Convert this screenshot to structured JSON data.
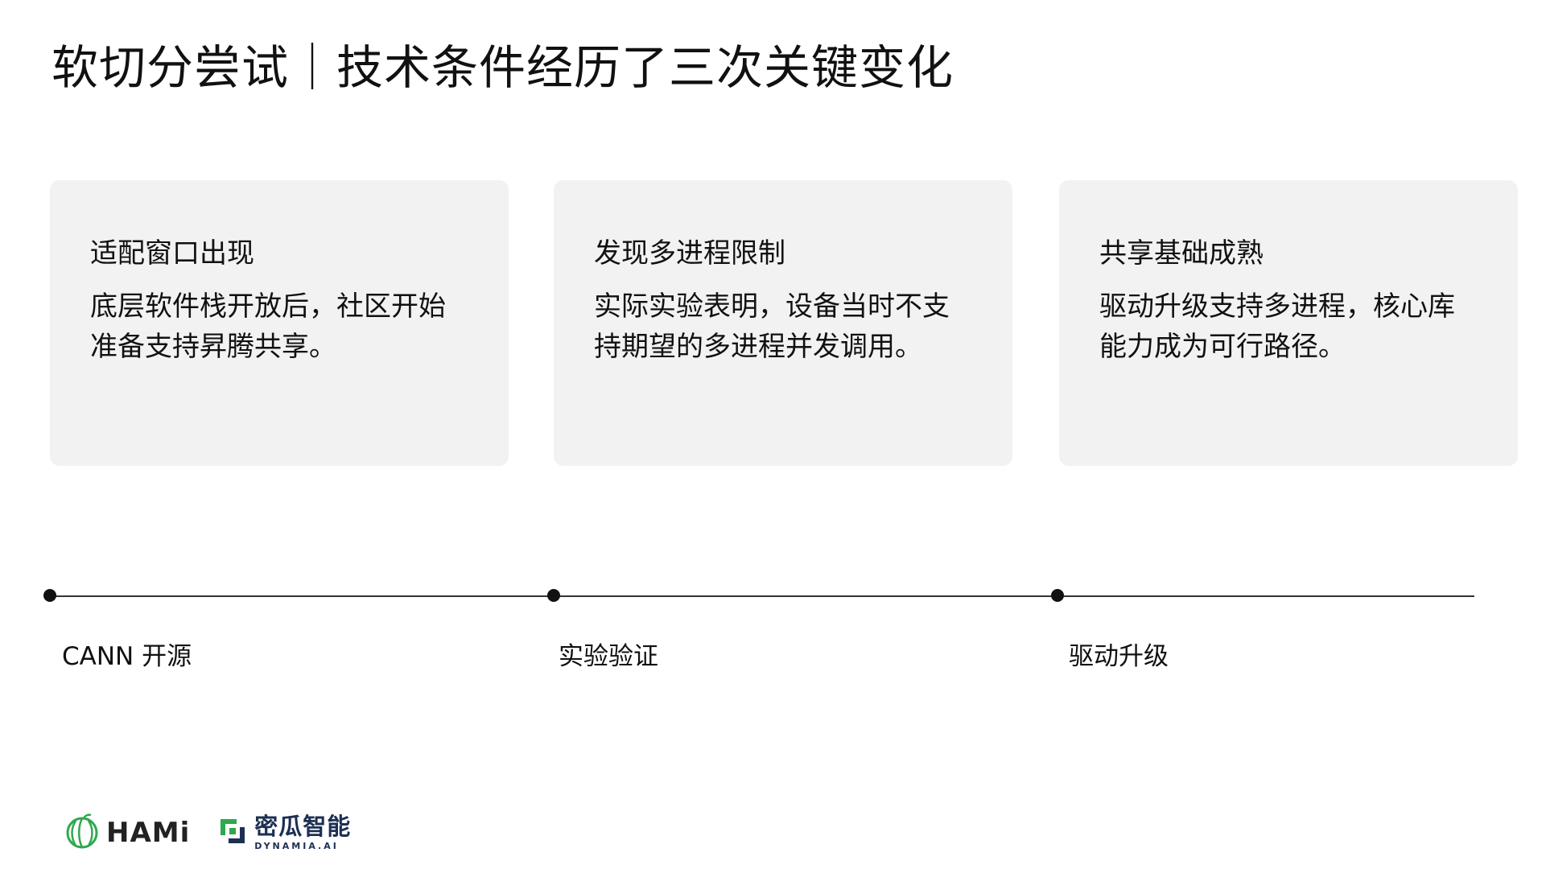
{
  "title": "软切分尝试｜技术条件经历了三次关键变化",
  "cards": [
    {
      "title": "适配窗口出现",
      "text": "底层软件栈开放后，社区开始准备支持昇腾共享。"
    },
    {
      "title": "发现多进程限制",
      "text": "实际实验表明，设备当时不支持期望的多进程并发调用。"
    },
    {
      "title": "共享基础成熟",
      "text": "驱动升级支持多进程，核心库能力成为可行路径。"
    }
  ],
  "timeline": {
    "milestones": [
      "CANN  开源",
      "实验验证",
      "驱动升级"
    ]
  },
  "logos": {
    "hami": "HAMi",
    "dynamia_cn": "密瓜智能",
    "dynamia_en": "DYNAMIA.AI",
    "hami_icon": "melon-icon",
    "dynamia_icon": "dynamia-mark-icon",
    "brand_green": "#2fa84f",
    "brand_navy": "#1d2f52"
  }
}
